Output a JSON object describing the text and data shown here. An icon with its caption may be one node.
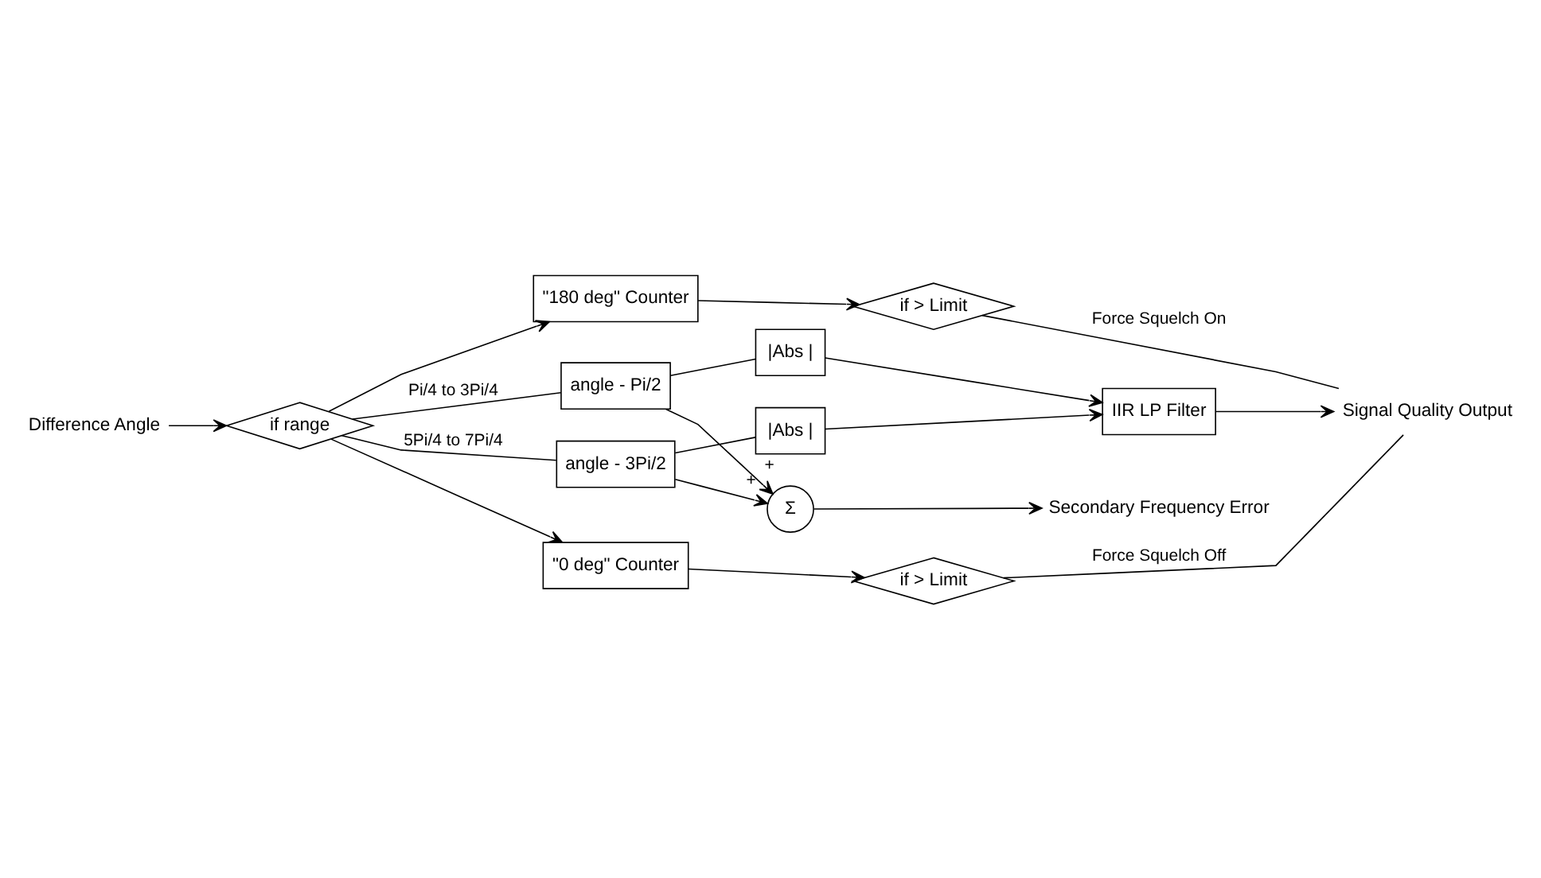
{
  "diagram": {
    "nodes": [
      {
        "text": [
          "Difference Angle"
        ]
      },
      {
        "text": [
          "if range"
        ]
      },
      {
        "text": [
          "angle - Pi/2"
        ]
      },
      {
        "text": [
          "angle - 3Pi/2"
        ]
      },
      {
        "text": [
          "\"180 deg\" Counter"
        ]
      },
      {
        "text": [
          "if > Limit"
        ]
      },
      {
        "text": [
          "|Abs |"
        ]
      },
      {
        "text": [
          "|Abs |"
        ]
      },
      {
        "text": [
          "IIR LP Filter"
        ]
      },
      {
        "text": [
          "Signal Quality Output"
        ]
      },
      {
        "text": [
          "\"0 deg\" Counter"
        ]
      },
      {
        "text": [
          "if > Limit"
        ]
      },
      {
        "text": [
          "Σ"
        ]
      },
      {
        "text": [
          "Secondary Frequency Error"
        ]
      }
    ],
    "edges": [
      {
        "from": 0,
        "to": 1,
        "arrow": "to"
      },
      {
        "from": 1,
        "to": 4,
        "arrow": "to"
      },
      {
        "from": 1,
        "to": 2,
        "arrow": "none",
        "label": "Pi/4 to 3Pi/4"
      },
      {
        "from": 1,
        "to": 3,
        "arrow": "none",
        "label": "5Pi/4 to 7Pi/4"
      },
      {
        "from": 1,
        "to": 10,
        "arrow": "to"
      },
      {
        "from": 2,
        "to": 6,
        "arrow": "none"
      },
      {
        "from": 3,
        "to": 7,
        "arrow": "none"
      },
      {
        "from": 2,
        "to": 12,
        "arrow": "to",
        "label": "+"
      },
      {
        "from": 3,
        "to": 12,
        "arrow": "to",
        "label": "+"
      },
      {
        "from": 4,
        "to": 5,
        "arrow": "to"
      },
      {
        "from": 6,
        "to": 8,
        "arrow": "to"
      },
      {
        "from": 7,
        "to": 8,
        "arrow": "to"
      },
      {
        "from": 10,
        "to": 11,
        "arrow": "to"
      },
      {
        "from": 8,
        "to": 9,
        "arrow": "to"
      },
      {
        "from": 5,
        "to": 9,
        "arrow": "none",
        "label": "Force Squelch On"
      },
      {
        "from": 11,
        "to": 9,
        "arrow": "none",
        "label": "Force Squelch Off"
      },
      {
        "from": 12,
        "to": 13,
        "arrow": "to"
      }
    ]
  }
}
